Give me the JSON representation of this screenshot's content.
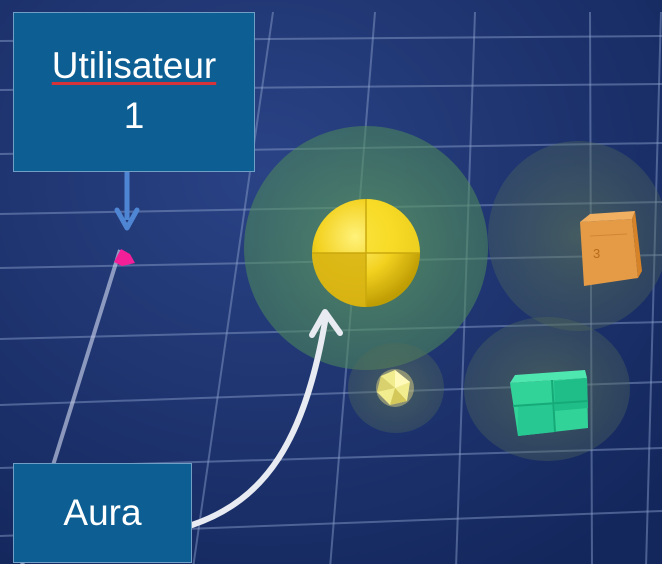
{
  "labels": {
    "user_title": "Utilisateur",
    "user_number": "1",
    "aura": "Aura"
  },
  "colors": {
    "background": "#1f3574",
    "grid": "#8fa3cf",
    "label_box": "#0d5e93",
    "underline": "#d6323a",
    "arrow_blue": "#4f86d4",
    "arrow_white": "#e8ebf2",
    "aura_fill": "#4f8f57",
    "sphere": "#f0cf16",
    "cube_orange": "#e79a45",
    "cube_green": "#31d69a",
    "gem": "#f1ed8e",
    "user_marker": "#f21f98"
  },
  "scene_objects": [
    {
      "name": "yellow-sphere"
    },
    {
      "name": "orange-cube"
    },
    {
      "name": "small-yellow-gem"
    },
    {
      "name": "green-cube"
    }
  ]
}
